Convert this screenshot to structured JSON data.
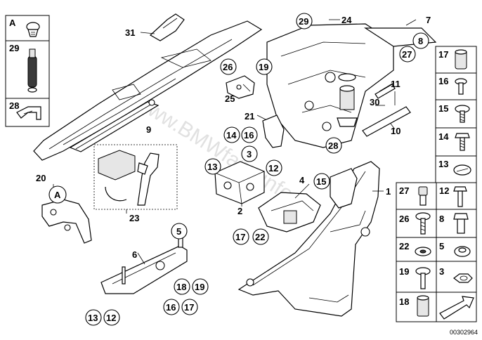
{
  "diagram_number": "00302964",
  "watermark": "www.BMWfans.info",
  "callouts": {
    "c1": "1",
    "c2": "2",
    "c3": "3",
    "c4": "4",
    "c5": "5",
    "c6": "6",
    "c7": "7",
    "c8": "8",
    "c9": "9",
    "c10": "10",
    "c11": "11",
    "c12a": "12",
    "c12b": "12",
    "c13a": "13",
    "c13b": "13",
    "c14": "14",
    "c15": "15",
    "c16a": "16",
    "c16b": "16",
    "c17a": "17",
    "c17b": "17",
    "c18": "18",
    "c19a": "19",
    "c19b": "19",
    "c20": "20",
    "c21": "21",
    "c22": "22",
    "c23": "23",
    "c24": "24",
    "c25": "25",
    "c26": "26",
    "c27": "27",
    "c28": "28",
    "c29": "29",
    "c30": "30",
    "c31": "31",
    "cA": "A"
  },
  "left_column": [
    {
      "label": "A"
    },
    {
      "label": "29"
    },
    {
      "label": "28"
    }
  ],
  "right_column_single": [
    {
      "label": "17"
    },
    {
      "label": "16"
    },
    {
      "label": "15"
    },
    {
      "label": "14"
    },
    {
      "label": "13"
    }
  ],
  "right_grid": [
    {
      "label": "27"
    },
    {
      "label": "12"
    },
    {
      "label": "26"
    },
    {
      "label": "8"
    },
    {
      "label": "22"
    },
    {
      "label": "5"
    },
    {
      "label": "19"
    },
    {
      "label": "3"
    },
    {
      "label": "18"
    }
  ]
}
